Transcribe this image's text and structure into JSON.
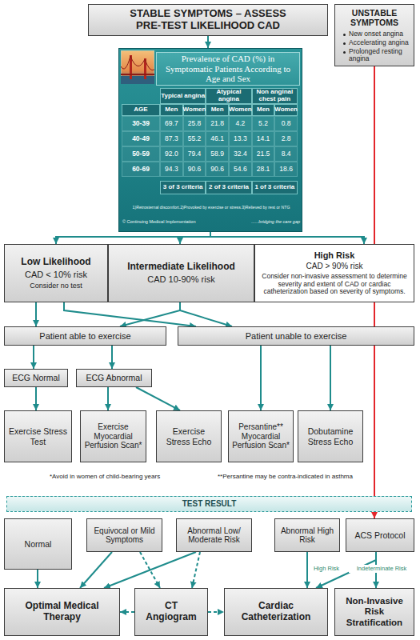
{
  "diagram": {
    "nodes": [
      {
        "text": [
          "STABLE SYMPTOMS – ASSESS PRE-TEST LIKELIHOOD CAD"
        ]
      },
      {
        "text": [
          "UNSTABLE SYMPTOMS",
          "New onset angina",
          "Accelerating angina",
          "Prolonged resting angina"
        ]
      },
      {
        "text": [
          "Prevalence of CAD (%) in Symptomatic Patients According to Age and Sex"
        ]
      },
      {
        "text": [
          "Low Likelihood",
          "CAD < 10% risk",
          "Consider no test"
        ]
      },
      {
        "text": [
          "Intermediate Likelihood",
          "CAD 10-90% risk"
        ]
      },
      {
        "text": [
          "High Risk",
          "CAD > 90% risk",
          "Consider non-invasive assessment to determine severity and extent of CAD or cardiac catheterization based on severity of symptoms."
        ]
      },
      {
        "text": [
          "Patient able to exercise"
        ]
      },
      {
        "text": [
          "Patient unable to exercise"
        ]
      },
      {
        "text": [
          "ECG Normal"
        ]
      },
      {
        "text": [
          "ECG Abnormal"
        ]
      },
      {
        "text": [
          "Exercise Stress Test"
        ]
      },
      {
        "text": [
          "Exercise Myocardial Perfusion Scan*"
        ]
      },
      {
        "text": [
          "Exercise Stress Echo"
        ]
      },
      {
        "text": [
          "Persantine** Myocardial Perfusion Scan*"
        ]
      },
      {
        "text": [
          "Dobutamine Stress Echo"
        ]
      },
      {
        "text": [
          "TEST RESULT"
        ]
      },
      {
        "text": [
          "Normal"
        ]
      },
      {
        "text": [
          "Equivocal or Mild Symptoms"
        ]
      },
      {
        "text": [
          "Abnormal Low/ Moderate Risk"
        ]
      },
      {
        "text": [
          "Abnormal High Risk"
        ]
      },
      {
        "text": [
          "ACS Protocol"
        ]
      },
      {
        "text": [
          "Optimal Medical Therapy"
        ]
      },
      {
        "text": [
          "CT Angiogram"
        ]
      },
      {
        "text": [
          "Cardiac Catheterization"
        ]
      },
      {
        "text": [
          "Non-Invasive Risk Stratification"
        ]
      }
    ],
    "edges": [
      {
        "from": 0,
        "to": 2,
        "arrow": "to"
      },
      {
        "from": 2,
        "to": 3,
        "arrow": "to"
      },
      {
        "from": 2,
        "to": 4,
        "arrow": "to"
      },
      {
        "from": 2,
        "to": 5,
        "arrow": "to"
      },
      {
        "from": 3,
        "to": 6,
        "arrow": "to"
      },
      {
        "from": 3,
        "to": 7,
        "arrow": "to"
      },
      {
        "from": 4,
        "to": 6,
        "arrow": "to"
      },
      {
        "from": 4,
        "to": 7,
        "arrow": "to"
      },
      {
        "from": 6,
        "to": 8,
        "arrow": "to"
      },
      {
        "from": 6,
        "to": 9,
        "arrow": "to"
      },
      {
        "from": 8,
        "to": 10,
        "arrow": "to"
      },
      {
        "from": 9,
        "to": 11,
        "arrow": "to"
      },
      {
        "from": 9,
        "to": 12,
        "arrow": "to"
      },
      {
        "from": 7,
        "to": 13,
        "arrow": "to"
      },
      {
        "from": 7,
        "to": 14,
        "arrow": "to"
      },
      {
        "from": 16,
        "to": 21,
        "arrow": "to"
      },
      {
        "from": 17,
        "to": 21,
        "arrow": "to"
      },
      {
        "from": 17,
        "to": 22,
        "arrow": "to"
      },
      {
        "from": 18,
        "to": 21,
        "arrow": "to"
      },
      {
        "from": 18,
        "to": 22,
        "arrow": "to"
      },
      {
        "from": 19,
        "to": 23,
        "arrow": "to"
      },
      {
        "from": 20,
        "to": 23,
        "label": "High Risk",
        "arrow": "to"
      },
      {
        "from": 20,
        "to": 24,
        "label": "Indeterminate Risk",
        "arrow": "to"
      },
      {
        "from": 22,
        "to": 21,
        "arrow": "to"
      },
      {
        "from": 22,
        "to": 23,
        "arrow": "to"
      },
      {
        "from": 1,
        "to": 20,
        "arrow": "to"
      }
    ],
    "labels": [
      "Typical angina",
      "Atypical angina",
      "Non anginal chest pain",
      "AGE",
      "Men",
      "Women",
      "Men",
      "Women",
      "Men",
      "Women",
      "30-39",
      "69.7",
      "25.8",
      "21.8",
      "4.2",
      "5.2",
      "0.8",
      "40-49",
      "87.3",
      "55.2",
      "46.1",
      "13.3",
      "14.1",
      "2.8",
      "50-59",
      "92.0",
      "79.4",
      "58.9",
      "32.4",
      "21.5",
      "8.4",
      "60-69",
      "94.3",
      "90.6",
      "90.6",
      "54.6",
      "28.1",
      "18.6",
      "3 of 3 criteria",
      "2 of 3 criteria",
      "1 of 3 criteria",
      "1)Retrosternal discomfort.2)Provoked by exercise or stress.3)Relieved by rest or NTG",
      "© Continuing Medical Implementation",
      "......bridging the care gap",
      "*Avoid in women of child-bearing years",
      "**Persantine may be contra-indicated in asthma"
    ]
  }
}
